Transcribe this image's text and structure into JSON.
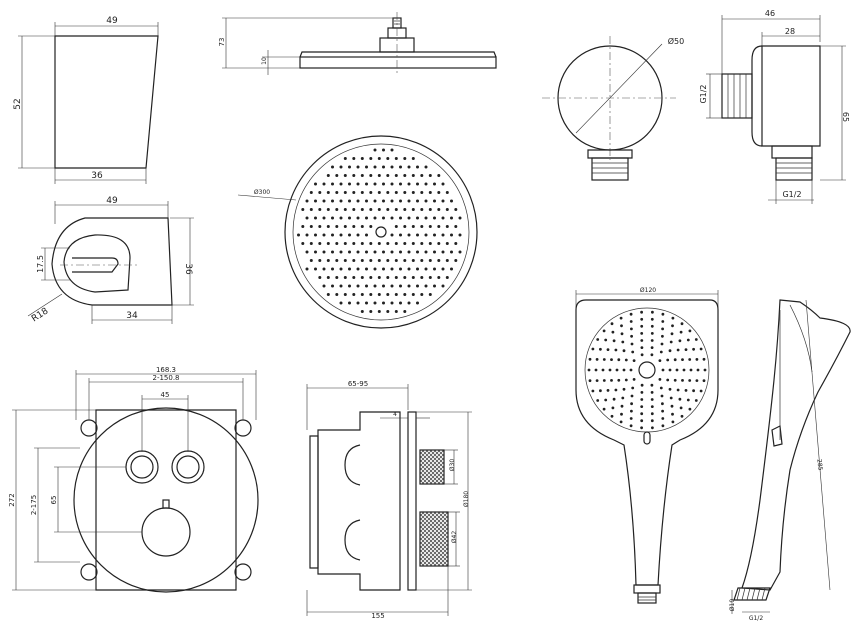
{
  "dims": {
    "holder_front": {
      "width": "49",
      "height": "52",
      "bottom": "36"
    },
    "holder_top": {
      "width": "49",
      "height": "36",
      "depth": "34",
      "inner": "17.5",
      "radius": "R18"
    },
    "head_side": {
      "height": "73",
      "thickness": "10"
    },
    "head_plan": {
      "diameter": "Ø300"
    },
    "elbow_front": {
      "diameter": "Ø50"
    },
    "elbow_side": {
      "width": "46",
      "inner": "28",
      "thread": "G1/2",
      "height": "65",
      "thread_bottom": "G1/2"
    },
    "valve_front": {
      "box_width": "168.3",
      "box_inner": "2-150.8",
      "spacing": "45",
      "height": "272",
      "inner_height": "2-175",
      "offset": "65"
    },
    "valve_side": {
      "depth": "65-95",
      "gap": "4",
      "knob_small": "Ø30",
      "plate": "Ø180",
      "knob_large": "Ø42",
      "total": "155"
    },
    "hand_front": {
      "diameter": "Ø120"
    },
    "hand_side": {
      "length": "285",
      "bottom_dia": "Ø19",
      "thread": "G1/2"
    }
  }
}
